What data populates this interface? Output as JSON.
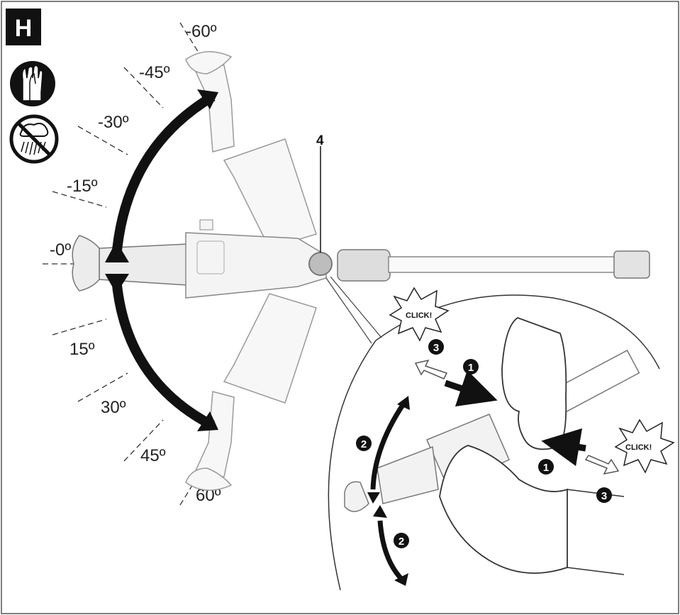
{
  "badge": {
    "letter": "H"
  },
  "icons": {
    "gloves": "gloves-icon",
    "no_rain": "no-rain-icon"
  },
  "angles": {
    "up": [
      "-60º",
      "-45º",
      "-30º",
      "-15º"
    ],
    "zero": "-0º",
    "down": [
      "15º",
      "30º",
      "45º",
      "60º"
    ]
  },
  "callout_label": "4",
  "click_label": "CLICK!",
  "steps": [
    "1",
    "2",
    "3"
  ],
  "colors": {
    "ink": "#111111",
    "outline": "#555555",
    "tool_fill": "#f2f2f2",
    "gray_part": "#cfcfcf"
  }
}
